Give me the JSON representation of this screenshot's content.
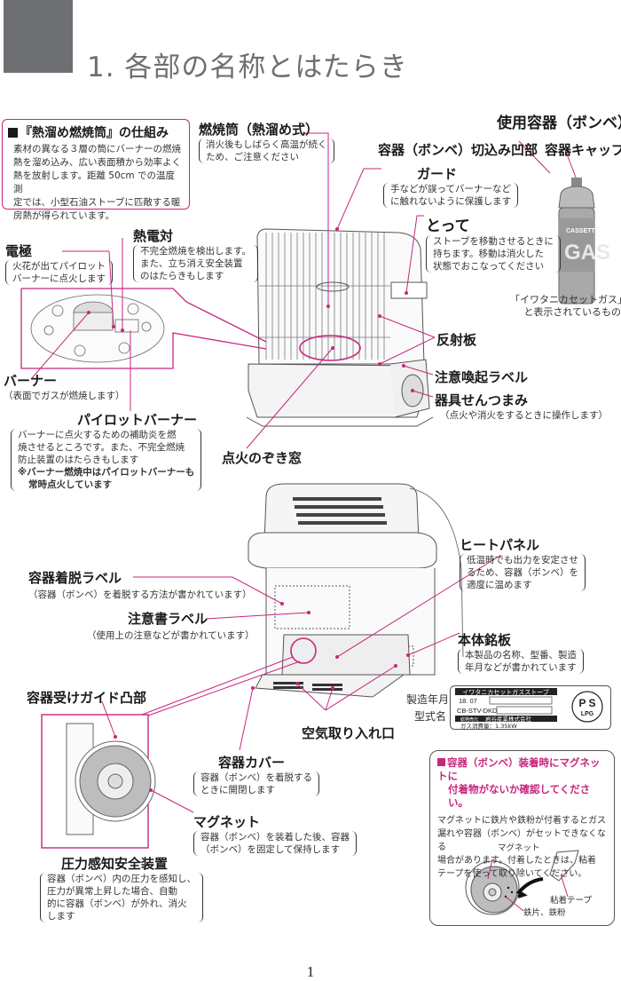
{
  "header": {
    "section_number": "1.",
    "title": "1. 各部の名称とはたらき"
  },
  "mechanism_box": {
    "title": "『熱溜め燃焼筒』の仕組み",
    "body_lines": [
      "素材の異なる３層の筒にバーナーの燃焼",
      "熱を溜め込み、広い表面積から効率よく",
      "熱を放射します。距離 50cm での温度測",
      "定では、小型石油ストーブに匹敵する暖",
      "房熱が得られています。"
    ]
  },
  "callouts": {
    "combustion_cylinder": {
      "title": "燃焼筒（熱溜め式）",
      "desc": [
        "消火後もしばらく高温が続く",
        "ため、ご注意ください"
      ]
    },
    "cylinder_used": {
      "title": "使用容器（ボンベ）"
    },
    "cylinder_notch": {
      "title": "容器（ボンベ）切込み凹部"
    },
    "cylinder_cap": {
      "title": "容器キャップ"
    },
    "guard": {
      "title": "ガード",
      "desc": [
        "手などが誤ってバーナーなど",
        "に触れないように保護します"
      ]
    },
    "handle": {
      "title": "とって",
      "desc": [
        "ストーブを移動させるときに",
        "持ちます。移動は消火した",
        "状態でおこなってください"
      ]
    },
    "gas_note": {
      "lines": [
        "「イワタニカセットガス」",
        "と表示されているもの"
      ]
    },
    "electrode": {
      "title": "電極",
      "desc": [
        "火花が出てパイロット",
        "バーナーに点火します"
      ]
    },
    "thermocouple": {
      "title": "熱電対",
      "desc": [
        "不完全燃焼を検出します。",
        "また、立ち消え安全装置",
        "のはたらきもします"
      ]
    },
    "reflector": {
      "title": "反射板"
    },
    "caution_label": {
      "title": "注意喚起ラベル"
    },
    "valve_knob": {
      "title": "器具せんつまみ",
      "desc": [
        "（点火や消火をするときに操作します）"
      ]
    },
    "burner": {
      "title": "バーナー",
      "desc": [
        "（表面でガスが燃焼します）"
      ]
    },
    "pilot_burner": {
      "title": "パイロットバーナー",
      "desc": [
        "バーナーに点火するための補助炎を燃",
        "焼させるところです。また、不完全燃焼",
        "防止装置のはたらきもします"
      ],
      "note": [
        "※バーナー燃焼中はパイロットバーナーも",
        "常時点火しています"
      ]
    },
    "ignition_window": {
      "title": "点火のぞき窓"
    },
    "heat_panel": {
      "title": "ヒートパネル",
      "desc": [
        "低温時でも出力を安定させ",
        "るため、容器（ボンベ）を",
        "適度に温めます"
      ]
    },
    "mount_label": {
      "title": "容器着脱ラベル",
      "desc": [
        "（容器（ボンベ）を着脱する方法が書かれています）"
      ]
    },
    "warning_label": {
      "title": "注意書ラベル",
      "desc": [
        "（使用上の注意などが書かれています）"
      ]
    },
    "nameplate": {
      "title": "本体銘板",
      "desc": [
        "本製品の名称、型番、製造",
        "年月などが書かれています"
      ]
    },
    "guide_boss": {
      "title": "容器受けガイド凸部"
    },
    "air_intake": {
      "title": "空気取り入れ口"
    },
    "cylinder_cover": {
      "title": "容器カバー",
      "desc": [
        "容器（ボンベ）を着脱する",
        "ときに開閉します"
      ]
    },
    "magnet": {
      "title": "マグネット",
      "desc": [
        "容器（ボンベ）を装着した後、容器",
        "（ボンベ）を固定して保持します"
      ]
    },
    "pressure_device": {
      "title": "圧力感知安全装置",
      "desc": [
        "容器（ボンベ）内の圧力を感知し、",
        "圧力が異常上昇した場合、自動",
        "的に容器（ボンベ）が外れ、消火",
        "します"
      ]
    },
    "mfg_date": {
      "title": "製造年月"
    },
    "model_name": {
      "title": "型式名"
    }
  },
  "nameplate_label": {
    "product": "イワタニカセットガスストーブ",
    "date": "18. 07",
    "model": "CB-STV-DKD",
    "maker_tag": "総発売元",
    "maker": "岩谷産業株式会社",
    "consumption": "ガス消費量：1.35kW",
    "ps_mark": "P S",
    "lpg_mark": "LPG"
  },
  "magnet_box": {
    "title_lines": [
      "容器（ボンベ）装着時にマグネットに",
      "付着物がないか確認してください。"
    ],
    "body_lines": [
      "マグネットに鉄片や鉄粉が付着するとガス",
      "漏れや容器（ボンベ）がセットできなくなる",
      "場合があります。付着したときは、粘着",
      "テープを使って取り除いてください。"
    ],
    "labels": {
      "magnet": "マグネット",
      "tape": "粘着テープ",
      "iron": "鉄片、鉄粉"
    }
  },
  "gas_can": {
    "brand_top": "CASSETTE",
    "brand_big": "GAS"
  },
  "colors": {
    "accent": "#c8267d",
    "header_gray": "#6e6f73"
  },
  "page_number": "1"
}
